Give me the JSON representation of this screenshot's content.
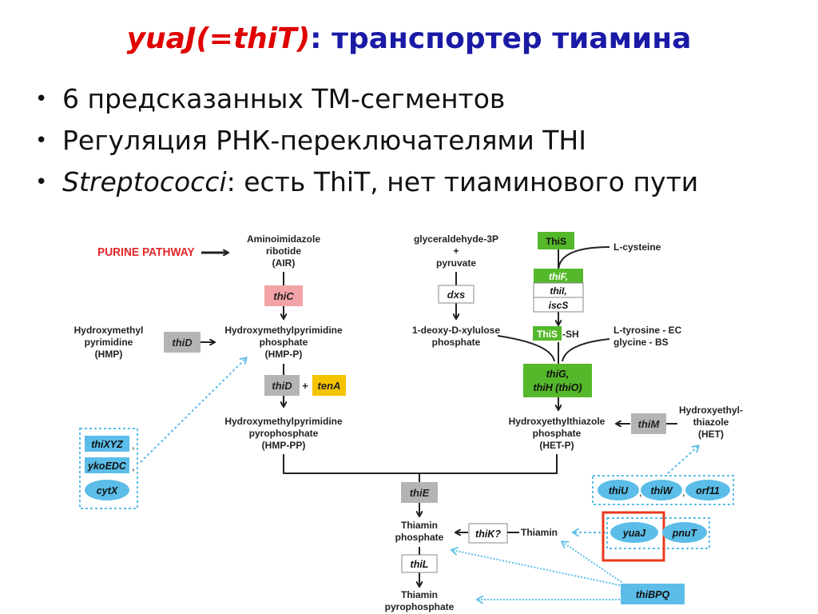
{
  "title": {
    "gene": "yuaJ(=thiT)",
    "colon": ":",
    "rest": "транспортер тиамина"
  },
  "bullets": [
    {
      "italic": "",
      "text": "6 предсказанных ТМ-сегментов"
    },
    {
      "italic": "",
      "text": "Регуляция РНК-переключателями THI"
    },
    {
      "italic": "Streptococci",
      "text": ": есть ThiT, нет тиаминового пути"
    }
  ],
  "diagram": {
    "purine": "PURINE PATHWAY",
    "air": [
      "Aminoimidazole",
      "ribotide",
      "(AIR)"
    ],
    "thiC": "thiC",
    "hmp": [
      "Hydroxymethyl",
      "pyrimidine",
      "(HMP)"
    ],
    "thiD_left": "thiD",
    "hmpp": [
      "Hydroxymethylpyrimidine",
      "phosphate",
      "(HMP-P)"
    ],
    "thiD_mid": "thiD",
    "plus": "+",
    "tenA": "tenA",
    "hmppp": [
      "Hydroxymethylpyrimidine",
      "pyrophosphate",
      "(HMP-PP)"
    ],
    "thiXYZ": "thiXYZ",
    "ykoEDC": "ykoEDC",
    "cytX": "cytX",
    "comma": ",",
    "g3p": [
      "glyceraldehyde-3P",
      "+",
      "pyruvate"
    ],
    "dxs": "dxs",
    "dxp": [
      "1-deoxy-D-xylulose",
      "phosphate"
    ],
    "thiS": "ThiS",
    "cysteine": "L-cysteine",
    "thiF": "thiF,",
    "thiI": "thiI,",
    "iscS": "iscS",
    "thiS_sh_a": "ThiS",
    "thiS_sh_b": "-SH",
    "tyrosine": [
      "L-tyrosine - EC",
      "glycine - BS"
    ],
    "thiG": [
      "thiG,",
      "thiH (thiO)"
    ],
    "hetp": [
      "Hydroxyethylthiazole",
      "phosphate",
      "(HET-P)"
    ],
    "thiM": "thiM",
    "het": [
      "Hydroxyethyl-",
      "thiazole",
      "(HET)"
    ],
    "thiU": "thiU",
    "thiW": "thiW",
    "orf11": "orf11",
    "thiE": "thiE",
    "tp": [
      "Thiamin",
      "phosphate"
    ],
    "thiK": "thiK?",
    "thiamin": "Thiamin",
    "yuaJ": "yuaJ",
    "pnuT": "pnuT",
    "thiL": "thiL",
    "tpp": [
      "Thiamin",
      "pyrophosphate"
    ],
    "thiBPQ": "thiBPQ"
  },
  "colors": {
    "title_gene": "#e00000",
    "title_text": "#1a1aa6",
    "purine": "#e0282a",
    "thiC_box": "#f2a3a6",
    "gray_box": "#b4b4b4",
    "tenA_box": "#f5c400",
    "green_box": "#55b82a",
    "blue_box": "#5bbde8",
    "dotted": "#5bbde8",
    "highlight": "#e8381c"
  }
}
